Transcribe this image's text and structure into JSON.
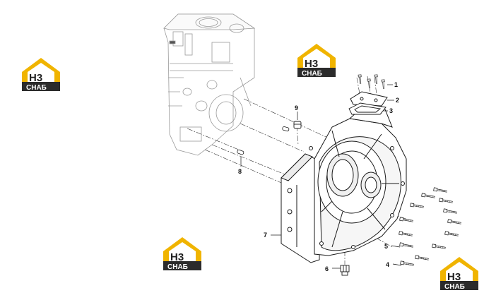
{
  "logo": {
    "mark": "H3",
    "word": "CHAБ",
    "accent_color": "#f0b400",
    "dark_color": "#2b2b2b"
  },
  "callouts": [
    {
      "id": "1",
      "label": "1"
    },
    {
      "id": "2",
      "label": "2"
    },
    {
      "id": "3",
      "label": "3"
    },
    {
      "id": "4",
      "label": "4"
    },
    {
      "id": "5",
      "label": "5"
    },
    {
      "id": "6",
      "label": "6"
    },
    {
      "id": "7",
      "label": "7"
    },
    {
      "id": "8",
      "label": "8"
    },
    {
      "id": "9",
      "label": "9"
    }
  ]
}
